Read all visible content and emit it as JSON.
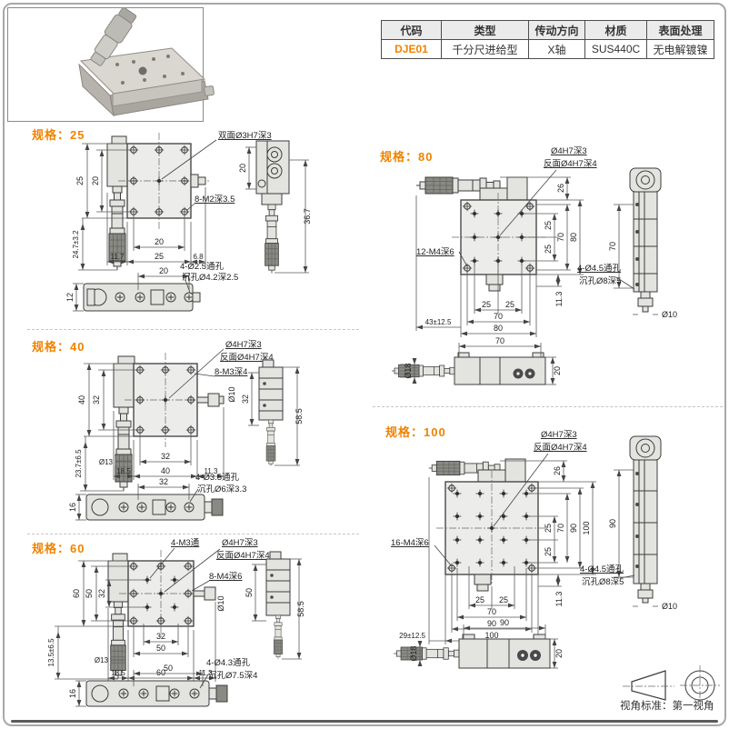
{
  "header_table": {
    "headers": [
      "代码",
      "类型",
      "传动方向",
      "材质",
      "表面处理"
    ],
    "values": [
      "DJE01",
      "千分尺进给型",
      "X轴",
      "SUS440C",
      "无电解镀镍"
    ],
    "accent_color": "#f08300"
  },
  "specs": {
    "s25": {
      "title": "规格：25",
      "front": {
        "label_hole": "双面Ø3H7深3",
        "label_tap": "8-M2深3.5",
        "dim_outer_v": "25",
        "dim_inner_v": "20",
        "dim_travel": "24.7±3.2",
        "dim_inner_h": "20",
        "dim_left": "11.7",
        "dim_mid": "25",
        "dim_right": "6.8"
      },
      "side": {
        "dim_inner": "20",
        "dim_total": "36.7"
      },
      "bottom": {
        "dim_top": "20",
        "dim_height": "12",
        "label_hole": "4-Ø2.5通孔",
        "label_cbore": "沉孔Ø4.2深2.5"
      }
    },
    "s40": {
      "title": "规格：40",
      "front": {
        "label_hole": "Ø4H7深3",
        "label_back": "反面Ø4H7深4",
        "label_tap": "8-M3深4",
        "label_knob": "Ø10",
        "dim_outer_v": "40",
        "dim_inner_v": "32",
        "dim_travel": "23.7±6.5",
        "dim_dia": "Ø13",
        "dim_left": "18.5",
        "dim_inner_h": "32",
        "dim_outer_h": "40",
        "dim_right": "11.3"
      },
      "side": {
        "dim_inner": "32",
        "dim_total": "58.5"
      },
      "bottom": {
        "dim_top": "32",
        "dim_height": "16",
        "label_hole": "4-Ø3.5通孔",
        "label_cbore": "沉孔Ø6深3.3"
      }
    },
    "s60": {
      "title": "规格：60",
      "front": {
        "label_thru": "4-M3通",
        "label_hole": "Ø4H7深3",
        "label_back": "反面Ø4H7深4",
        "label_tap": "8-M4深6",
        "label_knob": "Ø10",
        "dim_outer_v": "60",
        "dim_mid_v": "50",
        "dim_inner_v": "32",
        "dim_travel": "13.5±6.5",
        "dim_dia": "Ø13",
        "dim_left": "18.5",
        "dim_inner_h": "32",
        "dim_mid_h": "50",
        "dim_outer_h": "60",
        "dim_right": "11.3"
      },
      "side": {
        "dim_inner": "50",
        "dim_total": "58.5"
      },
      "bottom": {
        "dim_top": "50",
        "dim_height": "16",
        "label_hole": "4-Ø4.3通孔",
        "label_cbore": "沉孔Ø7.5深4"
      }
    },
    "s80": {
      "title": "规格：80",
      "front": {
        "label_hole": "Ø4H7深3",
        "label_back": "反面Ø4H7深4",
        "label_tap": "12-M4深6",
        "dim_head": "26",
        "dim_q1": "25",
        "dim_q2": "25",
        "dim_mid_v": "70",
        "dim_outer_v": "80",
        "dim_b1": "25",
        "dim_b2": "25",
        "dim_mid_h": "70",
        "dim_outer_h": "80",
        "dim_travel": "43±12.5",
        "dim_edge": "11.3"
      },
      "side": {
        "dim_span": "70",
        "label_hole": "4-Ø4.5通孔",
        "label_cbore": "沉孔Ø8深5",
        "dim_stem": "Ø10"
      },
      "bottom": {
        "dim_top": "70",
        "dim_dia": "Ø18",
        "dim_height": "20"
      }
    },
    "s100": {
      "title": "规格：100",
      "front": {
        "label_hole": "Ø4H7深3",
        "label_back": "反面Ø4H7深4",
        "label_tap": "16-M4深6",
        "dim_head": "26",
        "dim_q1": "25",
        "dim_q2": "25",
        "dim_mid_v": "70",
        "dim_v90": "90",
        "dim_outer_v": "100",
        "dim_b1": "25",
        "dim_b2": "25",
        "dim_mid_h": "70",
        "dim_h90": "90",
        "dim_outer_h": "100",
        "dim_travel": "29±12.5",
        "dim_edge": "11.3"
      },
      "side": {
        "dim_span": "90",
        "label_hole": "4-Ø4.5通孔",
        "label_cbore": "沉孔Ø8深5",
        "dim_stem": "Ø10"
      },
      "bottom": {
        "dim_top": "90",
        "dim_dia": "Ø18",
        "dim_height": "20"
      }
    }
  },
  "footer": {
    "projection_label": "视角标准：第一视角"
  }
}
